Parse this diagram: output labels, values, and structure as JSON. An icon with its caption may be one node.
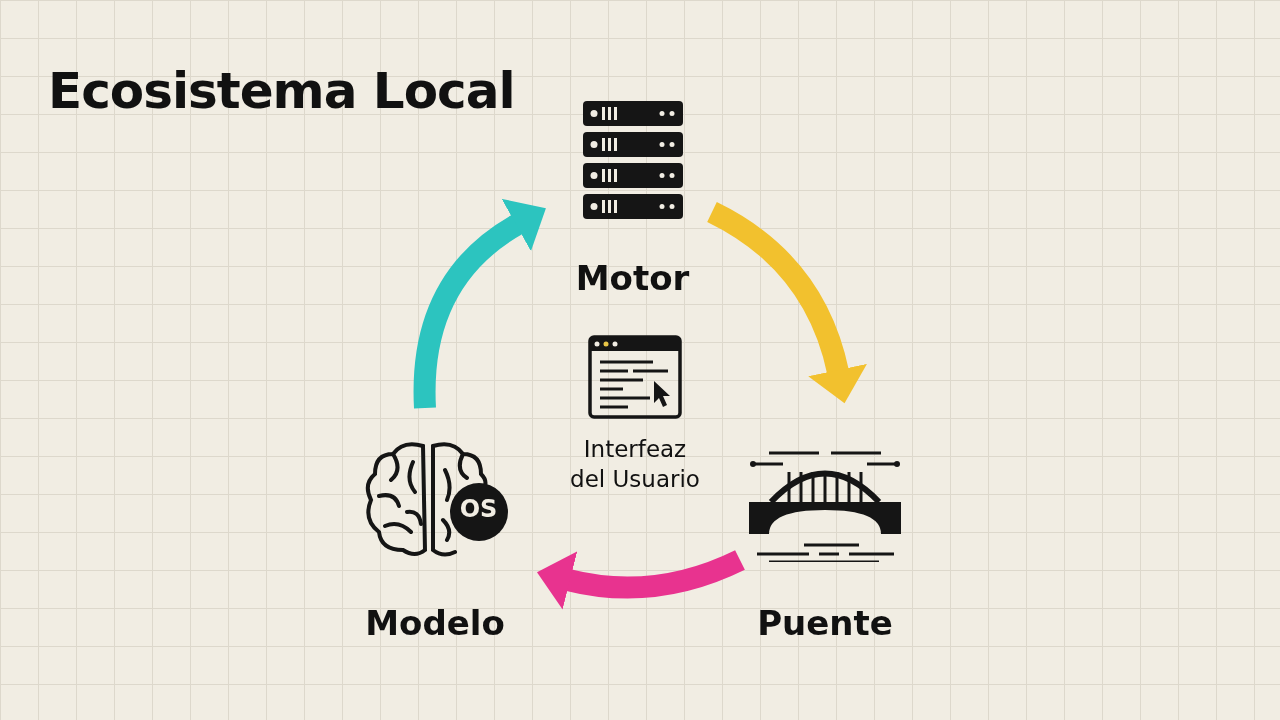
{
  "diagram": {
    "title": "Ecosistema Local",
    "nodes": [
      {
        "text": [
          "Motor"
        ]
      },
      {
        "text": [
          "Puente"
        ]
      },
      {
        "text": [
          "Modelo"
        ]
      },
      {
        "text": [
          "Interfeaz del Usuario"
        ]
      }
    ],
    "edges": [
      {
        "from": 0,
        "to": 1,
        "arrow": "to",
        "color": "#f2c12e"
      },
      {
        "from": 1,
        "to": 2,
        "arrow": "to",
        "color": "#e8338f"
      },
      {
        "from": 2,
        "to": 0,
        "arrow": "to",
        "color": "#2cc4bf"
      }
    ],
    "labels": [
      "OS"
    ]
  }
}
